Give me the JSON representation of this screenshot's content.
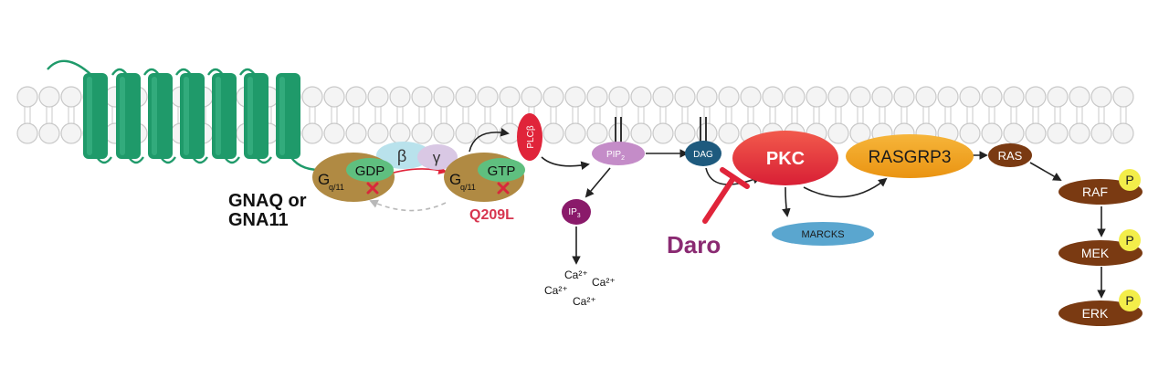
{
  "membrane": {
    "color": "#c9c9c9"
  },
  "receptor": {
    "color": "#1f9a6a"
  },
  "gene_label": {
    "line1": "GNAQ or",
    "line2": "GNA11"
  },
  "g_protein_inactive": {
    "g": "G",
    "sub": "q/11",
    "nucleotide": "GDP"
  },
  "g_protein_active": {
    "g": "G",
    "sub": "q/11",
    "nucleotide": "GTP"
  },
  "beta": "β",
  "gamma": "γ",
  "mutation": "Q209L",
  "plcb": {
    "main": "PLC",
    "greek": "β"
  },
  "pip2": {
    "main": "PIP",
    "sub": "2"
  },
  "ip3": {
    "main": "IP",
    "sub": "3"
  },
  "calcium": [
    "Ca²⁺",
    "Ca²⁺",
    "Ca²⁺",
    "Ca²⁺"
  ],
  "dag": "DAG",
  "pkc": "PKC",
  "drug": "Daro",
  "rasgrp3": "RASGRP3",
  "ras": "RAS",
  "marcks": "MARCKS",
  "raf": "RAF",
  "mek": "MEK",
  "erk": "ERK",
  "phospho": "P",
  "colors": {
    "g_alpha": "#b08a43",
    "gdp_gtp": "#5fbf7f",
    "beta": "#b9e2ec",
    "gamma": "#d9c8e4",
    "plcb": "#e0243a",
    "pip2": "#c48cc8",
    "ip3": "#8a1a6a",
    "dag": "#1e5a7e",
    "pkc": "#e8243a",
    "rasgrp3": "#f2a21c",
    "brown": "#7a3a12",
    "marcks": "#5aa6cf",
    "phospho": "#f3ee4a",
    "inhibitor": "#e0243a",
    "mutation_text": "#d7354f",
    "drug_text": "#8a2a72",
    "x_mark": "#d8283c"
  }
}
